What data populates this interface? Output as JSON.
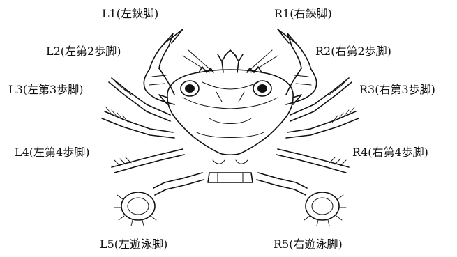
{
  "labels": {
    "l1": "L1(左鋏脚)",
    "r1": "R1(右鋏脚)",
    "l2": "L2(左第2歩脚)",
    "r2": "R2(右第2歩脚)",
    "l3": "L3(左第3歩脚)",
    "r3": "R3(右第3歩脚)",
    "l4": "L4(左第4歩脚)",
    "r4": "R4(右第4歩脚)",
    "l5": "L5(左遊泳脚)",
    "r5": "R5(右遊泳脚)"
  }
}
